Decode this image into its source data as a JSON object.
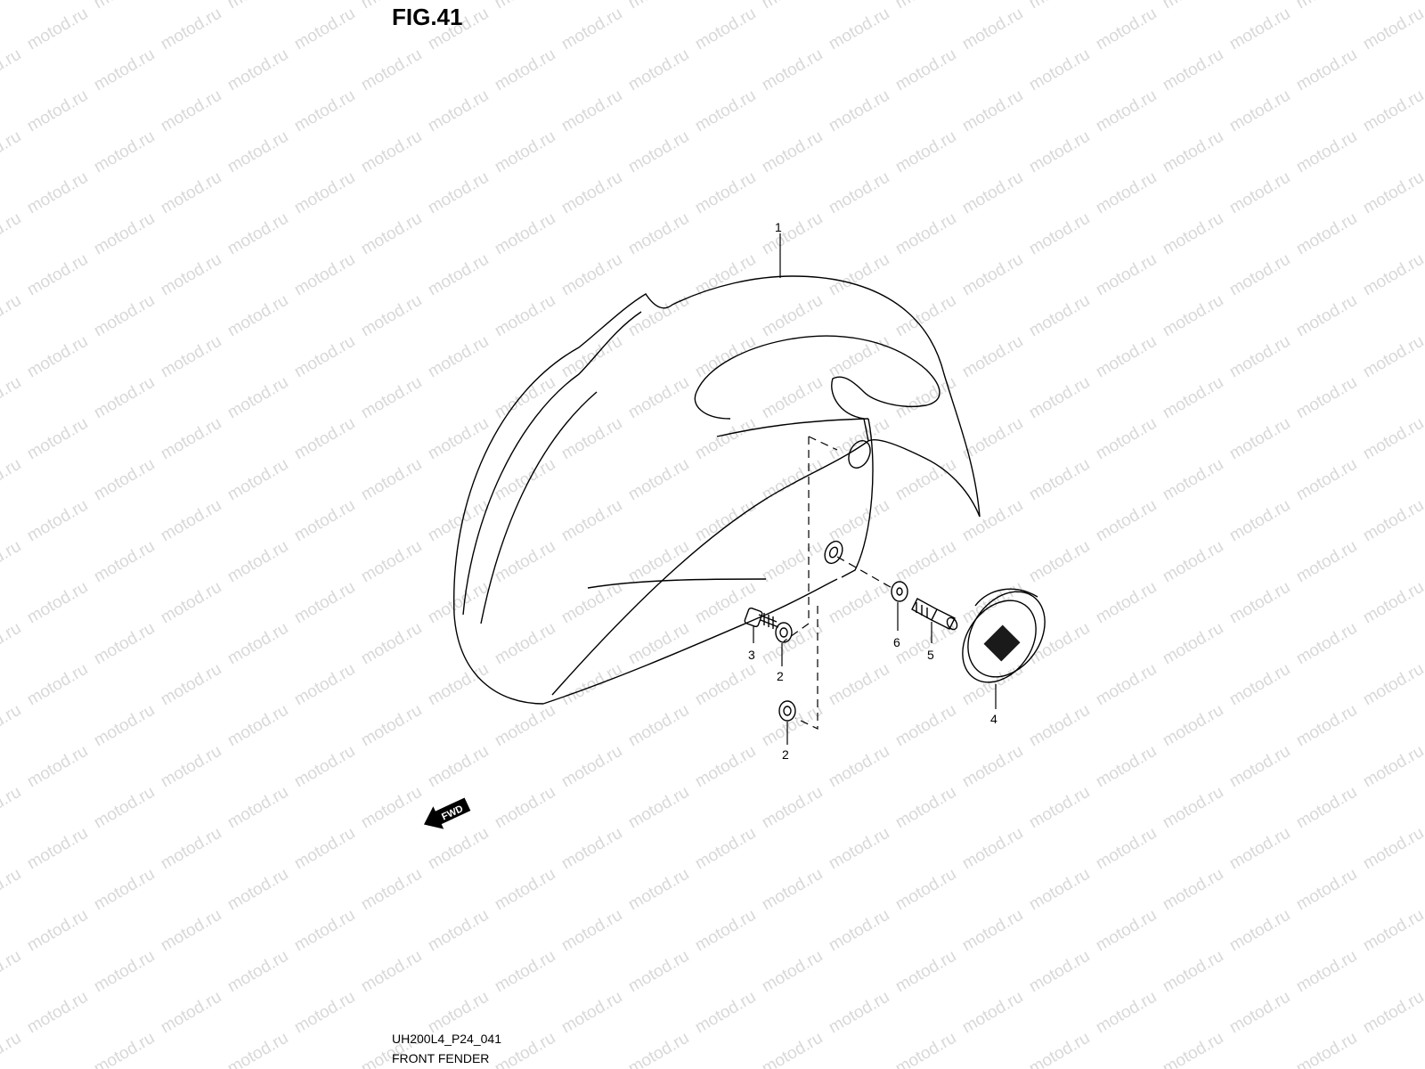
{
  "figure": {
    "title": "FIG.41",
    "diagram_code": "UH200L4_P24_041",
    "caption": "FRONT FENDER"
  },
  "watermark": {
    "text": "motod.ru",
    "color": "#b9b9b9"
  },
  "callouts": [
    {
      "id": "part-1",
      "label": "1"
    },
    {
      "id": "part-2a",
      "label": "2"
    },
    {
      "id": "part-2b",
      "label": "2"
    },
    {
      "id": "part-3",
      "label": "3"
    },
    {
      "id": "part-4",
      "label": "4"
    },
    {
      "id": "part-5",
      "label": "5"
    },
    {
      "id": "part-6",
      "label": "6"
    }
  ],
  "direction_marker": {
    "label": "FWD",
    "icon": "fwd-arrow-icon"
  }
}
